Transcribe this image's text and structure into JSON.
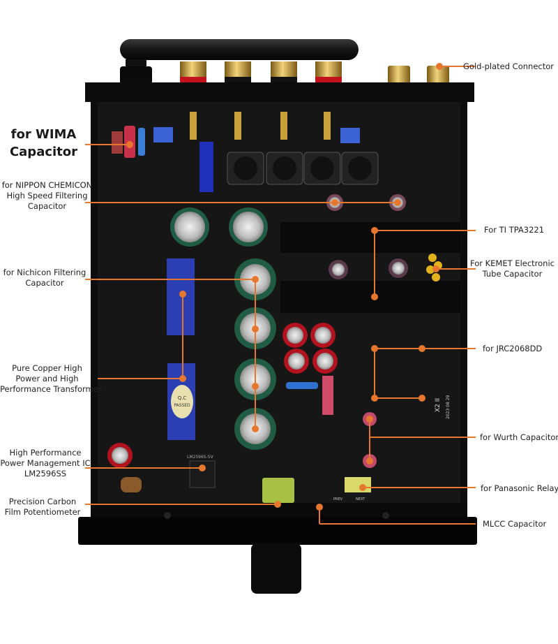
{
  "product": {
    "description": "Top-down view of audio amplifier PCB with annotated components"
  },
  "annotations": {
    "wima": {
      "lines": [
        "for WIMA",
        "Capacitor"
      ]
    },
    "nippon": {
      "lines": [
        "for NIPPON CHEMICON",
        "High Speed Filtering",
        "Capacitor"
      ]
    },
    "nichicon": {
      "lines": [
        "for Nichicon Filtering",
        "Capacitor"
      ]
    },
    "transformer": {
      "lines": [
        "Pure Copper High",
        "Power and High",
        "Performance Transformer"
      ]
    },
    "lm2596": {
      "lines": [
        "High Performance",
        "Power Management IC",
        "LM2596SS"
      ]
    },
    "potentiometer": {
      "lines": [
        "Precision Carbon",
        "Film Potentiometer"
      ]
    },
    "gold": {
      "lines": [
        "Gold-plated Connector"
      ]
    },
    "tpa3221": {
      "lines": [
        "For TI TPA3221"
      ]
    },
    "kemet": {
      "lines": [
        "For KEMET Electronic",
        "Tube Capacitor"
      ]
    },
    "jrc": {
      "lines": [
        "for JRC2068DD"
      ]
    },
    "wurth": {
      "lines": [
        "for Wurth Capacitor"
      ]
    },
    "relay": {
      "lines": [
        "for Panasonic Relay"
      ]
    },
    "mlcc": {
      "lines": [
        "MLCC Capacitor"
      ]
    }
  },
  "pcb_text": {
    "qc_badge": [
      "Q.C",
      "PASSED"
    ],
    "model": "X2 II",
    "date": "2023 08 29",
    "regulator": "LM2596S-5V",
    "prev": "PREV",
    "next": "NEXT"
  },
  "colors": {
    "accent": "#e8772e",
    "chassis": "#0d0d0d",
    "pcb": "#141414",
    "cap_green": "#1f5b45",
    "cap_red": "#b3121f",
    "transformer_blue": "#2b3fb3",
    "gold": "#c9a13b"
  }
}
